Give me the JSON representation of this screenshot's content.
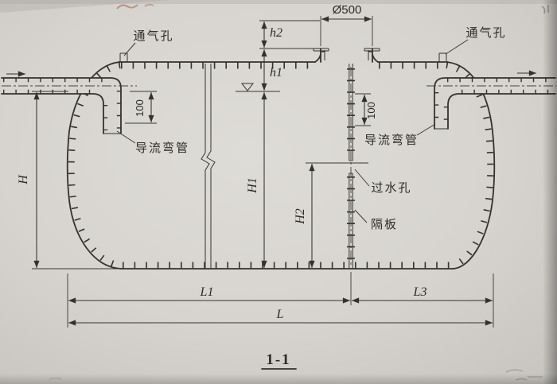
{
  "drawing": {
    "section_title": "1-1",
    "annotations": {
      "vent_left": "通气孔",
      "vent_right": "通气孔",
      "guide_pipe_left": "导流弯管",
      "guide_pipe_right": "导流弯管",
      "water_hole": "过水孔",
      "baffle": "隔板",
      "manhole_diameter": "Ø500"
    },
    "dimensions": {
      "h2": "h2",
      "h1": "h1",
      "H": "H",
      "H1": "H1",
      "H2": "H2",
      "offset_left": "100",
      "offset_right": "100",
      "L1": "L1",
      "L3": "L3",
      "L": "L"
    },
    "colors": {
      "line": "#34322e",
      "paper": "#d8d5d0",
      "artifact_red": "#a85a48"
    }
  }
}
